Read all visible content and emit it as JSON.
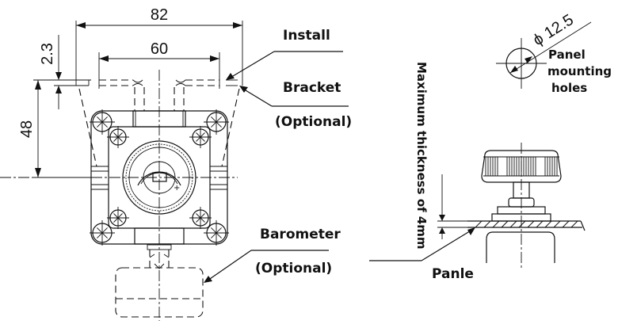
{
  "dimensions": {
    "overall_width": "82",
    "hole_spacing": "60",
    "bracket_thickness": "2.3",
    "height": "48",
    "hole_diameter": "ϕ 12.5"
  },
  "labels": {
    "install": "Install",
    "bracket": "Bracket",
    "bracket_optional": "(Optional)",
    "barometer": "Barometer",
    "barometer_optional": "(Optional)",
    "panel_line1": "Panel",
    "panel_line2": "mounting",
    "panel_line3": "holes",
    "max_thickness": "Maximum thickness of 4mm",
    "panle": "Panle"
  }
}
